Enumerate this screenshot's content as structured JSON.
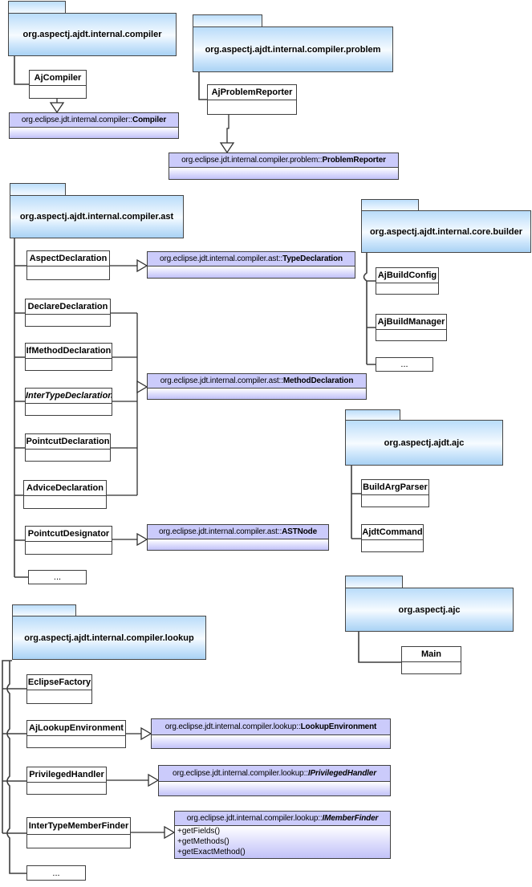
{
  "diagram_title": "AspectJ AJDT internal compiler UML package diagram",
  "ellipsis": "...",
  "colors": {
    "package_fill": "#b9dcfa",
    "external_fill": "#ccccfc",
    "line": "#3f3f3f"
  },
  "packages": {
    "compiler": {
      "title": "org.aspectj.ajdt.internal.compiler"
    },
    "problem": {
      "title": "org.aspectj.ajdt.internal.compiler.problem"
    },
    "ast": {
      "title": "org.aspectj.ajdt.internal.compiler.ast"
    },
    "builder": {
      "title": "org.aspectj.ajdt.internal.core.builder"
    },
    "ajdtAjc": {
      "title": "org.aspectj.ajdt.ajc"
    },
    "ajc": {
      "title": "org.aspectj.ajc"
    },
    "lookup": {
      "title": "org.aspectj.ajdt.internal.compiler.lookup"
    }
  },
  "classes": {
    "ajCompiler": {
      "name": "AjCompiler"
    },
    "ajProblemReporter": {
      "name": "AjProblemReporter"
    },
    "aspectDeclaration": {
      "name": "AspectDeclaration"
    },
    "declareDeclaration": {
      "name": "DeclareDeclaration"
    },
    "ifMethodDeclaration": {
      "name": "IfMethodDeclaration"
    },
    "interTypeDeclaration": {
      "name": "InterTypeDeclaration"
    },
    "pointcutDeclaration": {
      "name": "PointcutDeclaration"
    },
    "adviceDeclaration": {
      "name": "AdviceDeclaration"
    },
    "pointcutDesignator": {
      "name": "PointcutDesignator"
    },
    "ajBuildConfig": {
      "name": "AjBuildConfig"
    },
    "ajBuildManager": {
      "name": "AjBuildManager"
    },
    "buildArgParser": {
      "name": "BuildArgParser"
    },
    "ajdtCommand": {
      "name": "AjdtCommand"
    },
    "main": {
      "name": "Main"
    },
    "eclipseFactory": {
      "name": "EclipseFactory"
    },
    "ajLookupEnvironment": {
      "name": "AjLookupEnvironment"
    },
    "privilegedHandler": {
      "name": "PrivilegedHandler"
    },
    "interTypeMemberFinder": {
      "name": "InterTypeMemberFinder"
    }
  },
  "externals": {
    "compiler": {
      "prefix": "org.eclipse.jdt.internal.compiler::",
      "name": "Compiler"
    },
    "problemReporter": {
      "prefix": "org.eclipse.jdt.internal.compiler.problem::",
      "name": "ProblemReporter"
    },
    "typeDeclaration": {
      "prefix": "org.eclipse.jdt.internal.compiler.ast::",
      "name": "TypeDeclaration"
    },
    "methodDeclaration": {
      "prefix": "org.eclipse.jdt.internal.compiler.ast::",
      "name": "MethodDeclaration"
    },
    "astNode": {
      "prefix": "org.eclipse.jdt.internal.compiler.ast::",
      "name": "ASTNode"
    },
    "lookupEnvironment": {
      "prefix": "org.eclipse.jdt.internal.compiler.lookup::",
      "name": "LookupEnvironment"
    },
    "iPrivilegedHandler": {
      "prefix": "org.eclipse.jdt.internal.compiler.lookup::",
      "name": "IPrivilegedHandler"
    },
    "iMemberFinder": {
      "prefix": "org.eclipse.jdt.internal.compiler.lookup::",
      "name": "IMemberFinder",
      "methods": [
        "+getFields()",
        "+getMethods()",
        "+getExactMethod()"
      ]
    }
  }
}
